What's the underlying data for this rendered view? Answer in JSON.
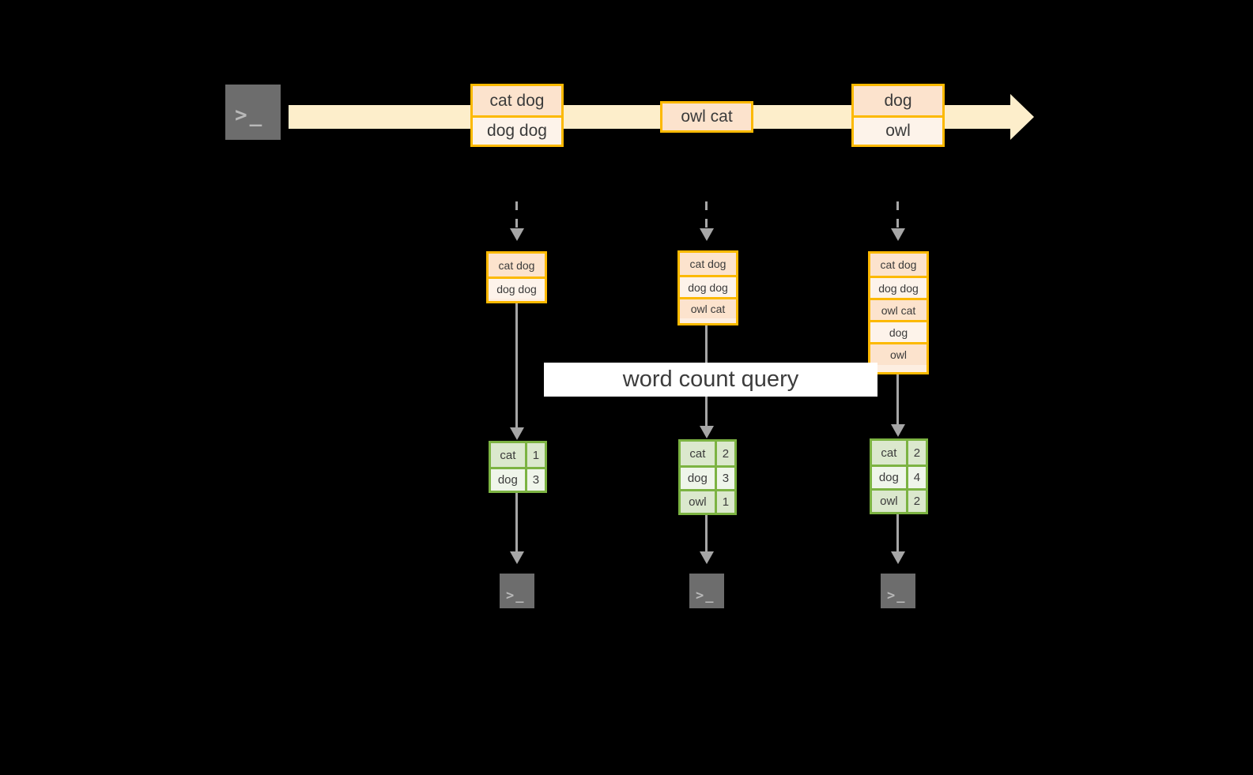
{
  "diagram": {
    "title_label": "word count query",
    "colors": {
      "stream_band": "#fdeecb",
      "record_border": "#fcb900",
      "record_fill_dark": "#fce3cd",
      "record_fill_light": "#fdf3ea",
      "table_border": "#7cb342",
      "table_fill_dark": "#dbe8cd",
      "table_fill_light": "#eff5ea",
      "connector": "#a6a6a6",
      "terminal_fill": "#6d6d6d",
      "background": "#000000",
      "label_fill": "#ffffff"
    },
    "source_terminal": {
      "icon": "terminal-icon",
      "glyph": ">_"
    },
    "stream_records": [
      {
        "id": "record-group-1",
        "lines": [
          "cat dog",
          "dog dog"
        ]
      },
      {
        "id": "record-group-2",
        "lines": [
          "owl cat"
        ]
      },
      {
        "id": "record-group-3",
        "lines": [
          "dog",
          "owl"
        ]
      }
    ],
    "snapshots": [
      {
        "id": "snapshot-1",
        "rows": [
          "cat dog",
          "dog dog"
        ],
        "result": {
          "rows": [
            {
              "word": "cat",
              "count": "1"
            },
            {
              "word": "dog",
              "count": "3"
            }
          ]
        },
        "sink_terminal": {
          "icon": "terminal-icon",
          "glyph": ">_"
        }
      },
      {
        "id": "snapshot-2",
        "rows": [
          "cat dog",
          "dog dog",
          "owl cat"
        ],
        "result": {
          "rows": [
            {
              "word": "cat",
              "count": "2"
            },
            {
              "word": "dog",
              "count": "3"
            },
            {
              "word": "owl",
              "count": "1"
            }
          ]
        },
        "sink_terminal": {
          "icon": "terminal-icon",
          "glyph": ">_"
        }
      },
      {
        "id": "snapshot-3",
        "rows": [
          "cat dog",
          "dog dog",
          "owl cat",
          "dog",
          "owl"
        ],
        "result": {
          "rows": [
            {
              "word": "cat",
              "count": "2"
            },
            {
              "word": "dog",
              "count": "4"
            },
            {
              "word": "owl",
              "count": "2"
            }
          ]
        },
        "sink_terminal": {
          "icon": "terminal-icon",
          "glyph": ">_"
        }
      }
    ]
  }
}
